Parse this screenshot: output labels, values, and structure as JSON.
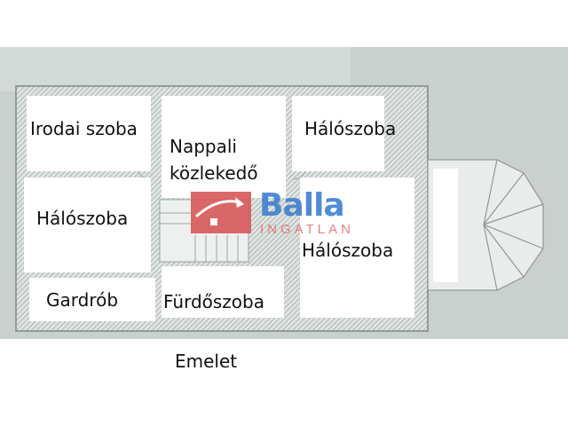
{
  "plan": {
    "rooms": [
      {
        "label": "Irodai szoba"
      },
      {
        "label": "Nappali közlekedő"
      },
      {
        "label": "Hálószoba"
      },
      {
        "label": "Hálószoba"
      },
      {
        "label": "Hálószoba"
      },
      {
        "label": "Gardrób"
      },
      {
        "label": "Fürdőszoba"
      }
    ],
    "caption": "Emelet"
  },
  "watermark": {
    "brand": "Balla",
    "sub": "INGATLAN"
  },
  "colors": {
    "wall": "#8f9a95",
    "background": "#c9d0cd",
    "logo_red": "#d95c5c",
    "logo_blue": "#3f7fcf"
  }
}
